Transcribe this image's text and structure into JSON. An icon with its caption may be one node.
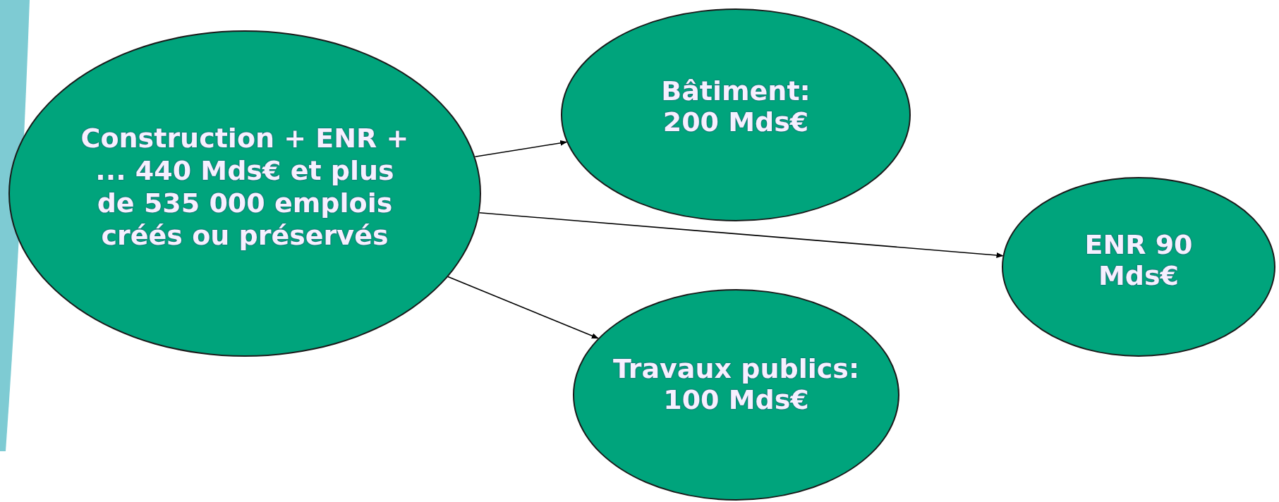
{
  "diagram": {
    "nodes": [
      {
        "text": [
          "Construction + ENR + ... 440 Mds€ et plus de 535 000 emplois créés ou préservés"
        ]
      },
      {
        "text": [
          "Bâtiment: 200 Mds€"
        ]
      },
      {
        "text": [
          "ENR 90 Mds€"
        ]
      },
      {
        "text": [
          "Travaux publics: 100 Mds€"
        ]
      }
    ],
    "edges": [
      {
        "from": 0,
        "to": 1,
        "arrow": "to"
      },
      {
        "from": 0,
        "to": 2,
        "arrow": "to"
      },
      {
        "from": 0,
        "to": 3,
        "arrow": "to"
      }
    ]
  }
}
